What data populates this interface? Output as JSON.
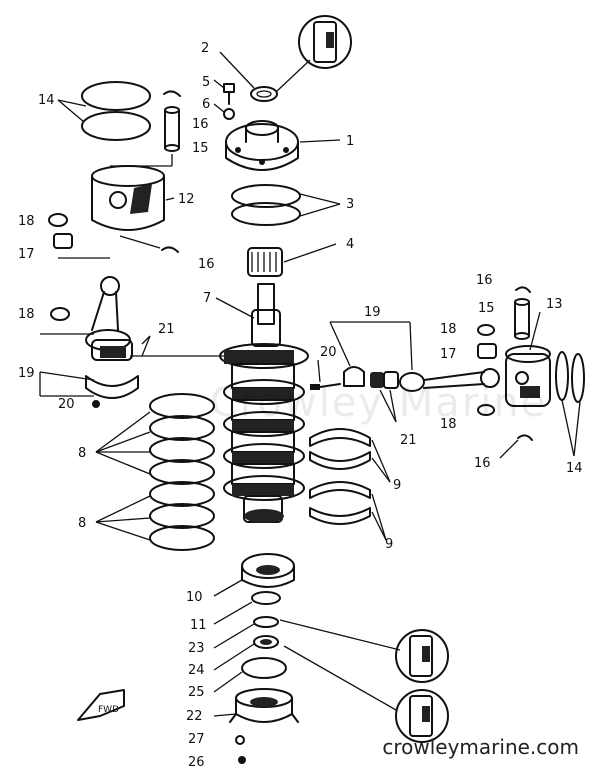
{
  "diagram": {
    "callouts": {
      "c1": "1",
      "c2": "2",
      "c3": "3",
      "c4": "4",
      "c5": "5",
      "c6": "6",
      "c7": "7",
      "c8a": "8",
      "c8b": "8",
      "c9a": "9",
      "c9b": "9",
      "c10": "10",
      "c11": "11",
      "c12": "12",
      "c13": "13",
      "c14a": "14",
      "c14b": "14",
      "c15a": "15",
      "c15b": "15",
      "c16a": "16",
      "c16b": "16",
      "c16c": "16",
      "c16d": "16",
      "c17a": "17",
      "c17b": "17",
      "c18a": "18",
      "c18b": "18",
      "c18c": "18",
      "c18d": "18",
      "c19a": "19",
      "c19b": "19",
      "c20a": "20",
      "c20b": "20",
      "c21a": "21",
      "c21b": "21",
      "c22": "22",
      "c23": "23",
      "c24": "24",
      "c25": "25",
      "c26": "26",
      "c27": "27"
    },
    "faint_watermark": "Crowley Marine"
  },
  "footer": {
    "watermark": "crowleymarine.com"
  }
}
